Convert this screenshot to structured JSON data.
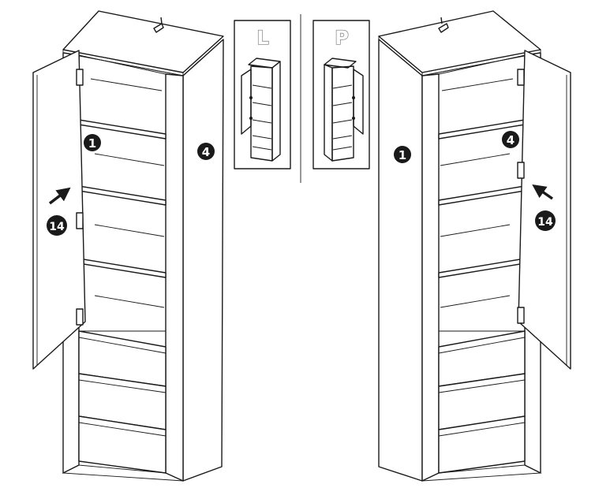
{
  "callouts": {
    "left_side_panel": "1",
    "left_right_panel": "4",
    "left_door": "14",
    "right_side_panel": "1",
    "right_inner_panel": "4",
    "right_door": "14"
  },
  "variants": {
    "left_label": "L",
    "right_label": "P"
  },
  "colors": {
    "line": "#1a1a1a",
    "panel": "#ffffff",
    "shadow": "#dcdcdc",
    "callout_fill": "#1a1a1a",
    "label_stroke": "#777777"
  }
}
